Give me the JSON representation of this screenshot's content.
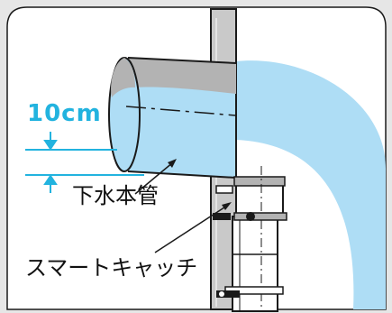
{
  "labels": {
    "dimension": "10cm",
    "main_pipe": "下水本管",
    "smart_catch": "スマートキャッチ"
  },
  "colors": {
    "background": "#e6e6e6",
    "panel": "#ffffff",
    "water": "#aeddf5",
    "dimension": "#22b3df",
    "pipe_gray": "#b3b3b3",
    "wall_gray": "#c9c9c9",
    "outline": "#1a1a1a"
  }
}
